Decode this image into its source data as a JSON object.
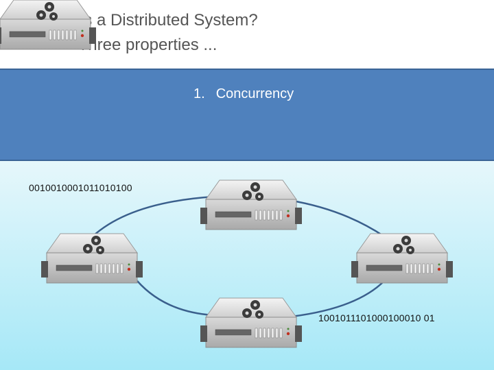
{
  "title": {
    "line1": "What is a Distributed System?",
    "line2": "Three properties ..."
  },
  "band": {
    "number": "1.",
    "text": "Concurrency"
  },
  "binary": {
    "top_left": "0010010001011010100",
    "bottom_right": "1001011101000100010 01"
  },
  "nodes": [
    {
      "name": "server-top",
      "icon": "server-gears-icon"
    },
    {
      "name": "server-left",
      "icon": "server-gears-icon"
    },
    {
      "name": "server-right",
      "icon": "server-gears-icon"
    },
    {
      "name": "server-bottom",
      "icon": "server-gears-icon"
    }
  ],
  "colors": {
    "band": "#4f81bd",
    "link": "#3a5f8c"
  }
}
